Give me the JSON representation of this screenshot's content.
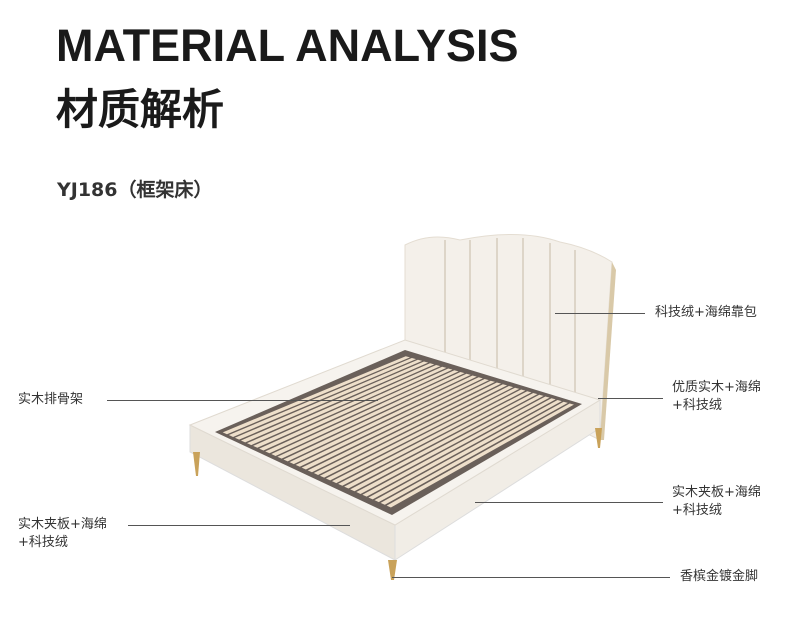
{
  "title_en": "MATERIAL ANALYSIS",
  "title_cn": "材质解析",
  "model": "YJ186（框架床）",
  "labels": {
    "headboard": "科技绒+海绵靠包",
    "headboard_frame_1": "优质实木+海绵",
    "headboard_frame_2": "+科技绒",
    "slats": "实木排骨架",
    "side_right_1": "实木夹板+海绵",
    "side_right_2": "+科技绒",
    "side_left_1": "实木夹板+海绵",
    "side_left_2": "+科技绒",
    "legs": "香槟金镀金脚"
  },
  "colors": {
    "fabric": "#f3efe8",
    "slat": "#eedfca",
    "metal": "#5a514c",
    "gold": "#c9a25a"
  }
}
